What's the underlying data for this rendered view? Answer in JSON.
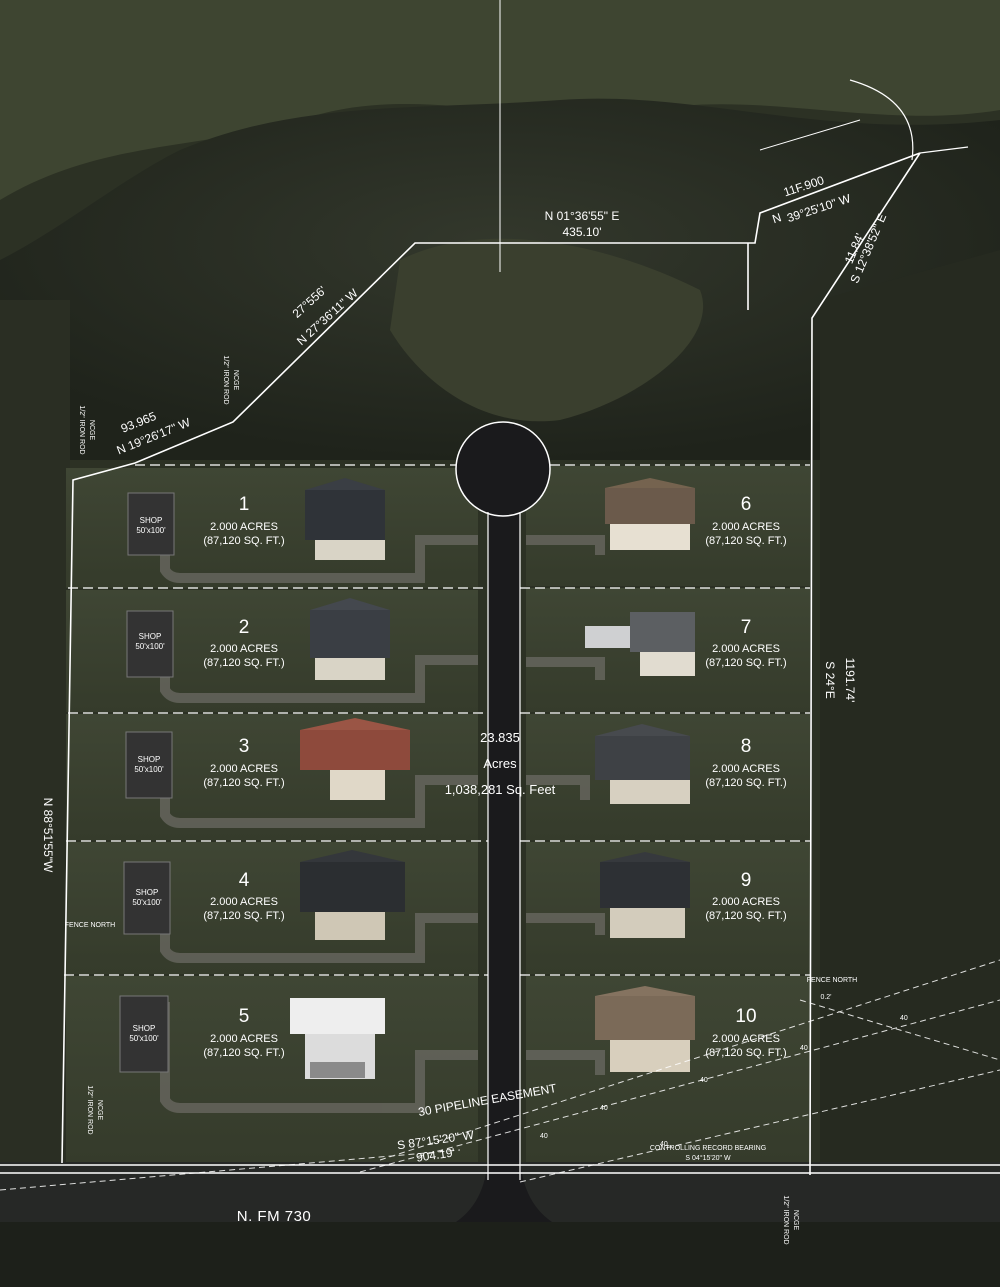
{
  "colors": {
    "lines": "#ffffff",
    "road": "#1a1a1c",
    "background_dark": "#2a2e22",
    "lot_grass": "#3a4030"
  },
  "center": {
    "acres_value": "23.835",
    "acres_unit": "Acres",
    "sqft": "1,038,281 Sq. Feet"
  },
  "lots": [
    {
      "num": "1",
      "acres": "2.000 ACRES",
      "sqft": "(87,120 SQ. FT.)",
      "shop": true,
      "side": "left"
    },
    {
      "num": "2",
      "acres": "2.000 ACRES",
      "sqft": "(87,120 SQ. FT.)",
      "shop": true,
      "side": "left"
    },
    {
      "num": "3",
      "acres": "2.000 ACRES",
      "sqft": "(87,120 SQ. FT.)",
      "shop": true,
      "side": "left"
    },
    {
      "num": "4",
      "acres": "2.000 ACRES",
      "sqft": "(87,120 SQ. FT.)",
      "shop": true,
      "side": "left"
    },
    {
      "num": "5",
      "acres": "2.000 ACRES",
      "sqft": "(87,120 SQ. FT.)",
      "shop": true,
      "side": "left"
    },
    {
      "num": "6",
      "acres": "2.000 ACRES",
      "sqft": "(87,120 SQ. FT.)",
      "shop": false,
      "side": "right"
    },
    {
      "num": "7",
      "acres": "2.000 ACRES",
      "sqft": "(87,120 SQ. FT.)",
      "shop": false,
      "side": "right"
    },
    {
      "num": "8",
      "acres": "2.000 ACRES",
      "sqft": "(87,120 SQ. FT.)",
      "shop": false,
      "side": "right"
    },
    {
      "num": "9",
      "acres": "2.000 ACRES",
      "sqft": "(87,120 SQ. FT.)",
      "shop": false,
      "side": "right"
    },
    {
      "num": "10",
      "acres": "2.000 ACRES",
      "sqft": "(87,120 SQ. FT.)",
      "shop": false,
      "side": "right"
    }
  ],
  "shop": {
    "label": "SHOP",
    "size": "50'x100'"
  },
  "bearings": {
    "north_bearing": "N 01°36'55\" E",
    "north_dist": "435.10'",
    "nw_bearing": "N 27°36'11\" W",
    "nw_dist": "27°556'",
    "w_bearing": "N 19°26'17\" W",
    "w_dist": "93.965",
    "ne_bearing": "39°25'10\" W",
    "ne_prefix": "N",
    "ne_dist": "11F.900",
    "e_bearing": "S 24°E",
    "e_dist": "1191.74'",
    "west_side": "N 88°51'55\"W",
    "south_bearing": "S 87°15'20\" W",
    "south_dist": "904.19'",
    "se_bearing": "S 12°38'52\" E",
    "se_dist": "11.84'"
  },
  "notes": {
    "pipeline": "30 PIPELINE EASEMENT",
    "controlling": "CONTROLLING RECORD BEARING",
    "controlling_val": "S 04°15'20\" W",
    "fence_north": "FENCE NORTH",
    "fence_north_right": "FENCE NORTH",
    "fence_north_right_val": "0.2'",
    "rod1": "1/2\" IRON ROD",
    "rod1b": "NCGE",
    "rod2": "1/2\" IRON ROD",
    "rod2b": "NCGE",
    "rod3": "1/2\" IRON ROD",
    "rod3b": "NCGE",
    "rod4": "1/2\" IRON ROD",
    "rod4b": "NCGE",
    "pipe_tag": "40"
  },
  "road": {
    "name": "N. FM 730"
  }
}
